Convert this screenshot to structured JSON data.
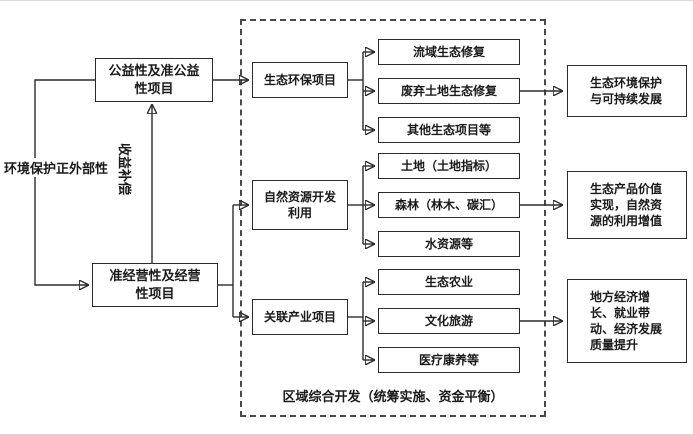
{
  "diagram": {
    "left": {
      "public_box": "公益性及准公益性项目",
      "operational_box": "准经营性及经营性项目",
      "externality_label": "环境保护正外部性",
      "compensation_label": "收益补偿"
    },
    "container_label": "区域综合开发（统筹实施、资金平衡）",
    "groups": [
      {
        "mid": "生态环保项目",
        "items": [
          "流域生态修复",
          "废弃土地生态修复",
          "其他生态项目等"
        ],
        "outcome": "生态环境保护与可持续发展"
      },
      {
        "mid": "自然资源开发利用",
        "items": [
          "土地（土地指标）",
          "森林（林木、碳汇）",
          "水资源等"
        ],
        "outcome": "生态产品价值实现，自然资源的利用增值"
      },
      {
        "mid": "关联产业项目",
        "items": [
          "生态农业",
          "文化旅游",
          "医疗康养等"
        ],
        "outcome": "地方经济增长、就业带动、经济发展质量提升"
      }
    ],
    "colors": {
      "line": "#2b2b2b",
      "box_border": "#2b2b2b",
      "background": "#ffffff",
      "text": "#1a1a1a"
    }
  }
}
